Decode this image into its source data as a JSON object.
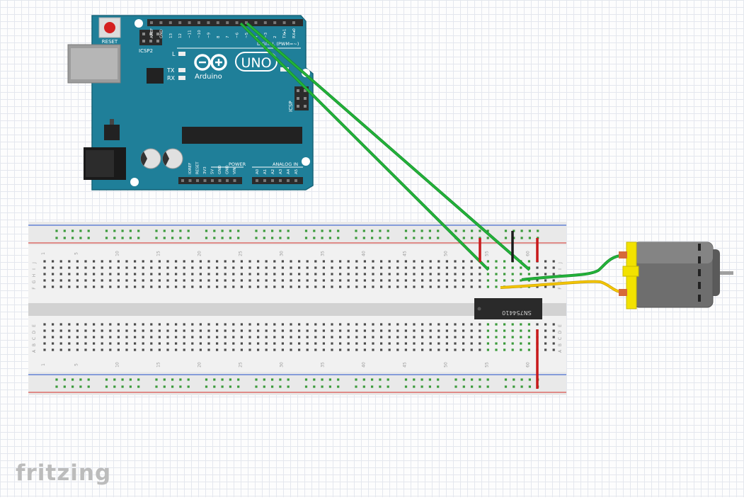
{
  "app": {
    "brand": "fritzing"
  },
  "arduino": {
    "board_name": "Arduino",
    "model": "UNO",
    "reset_label": "RESET",
    "icsp2_label": "ICSP2",
    "icsp_label": "ICSP",
    "led_l": "L",
    "led_tx": "TX",
    "led_rx": "RX",
    "digital_label": "DIGITAL (PWM=~)",
    "top_pins": [
      "AREF",
      "GND",
      "13",
      "12",
      "~11",
      "~10",
      "~9",
      "8",
      "7",
      "~6",
      "~5",
      "4",
      "~3",
      "2",
      "TX▸1",
      "RX◂0"
    ],
    "power_label": "POWER",
    "analog_label": "ANALOG IN",
    "power_pins": [
      "IOREF",
      "RESET",
      "3V3",
      "5V",
      "GND",
      "GND",
      "VIN"
    ],
    "analog_pins": [
      "A0",
      "A1",
      "A2",
      "A3",
      "A4",
      "A5"
    ],
    "colors": {
      "board": "#1f7f99",
      "header": "#2b2b2b"
    }
  },
  "breadboard": {
    "column_numbers": [
      "1",
      "5",
      "10",
      "15",
      "20",
      "25",
      "30",
      "35",
      "40",
      "45",
      "50",
      "55",
      "60"
    ],
    "row_letters_top": [
      "J",
      "I",
      "H",
      "G",
      "F"
    ],
    "row_letters_bottom": [
      "E",
      "D",
      "C",
      "B",
      "A"
    ],
    "colors": {
      "body": "#dcdcdc",
      "rail_red": "#d9534f",
      "rail_blue": "#4a6fd1",
      "active_hole": "#3a9a3a"
    }
  },
  "chip": {
    "label": "SN754410",
    "color": "#2a2a2a"
  },
  "motor": {
    "color": "#6e6e6e",
    "mount_color": "#f2e200"
  },
  "wires": {
    "green": "#22b33a",
    "yellow": "#f3c500",
    "red": "#c8191b",
    "black": "#1b1b1b"
  }
}
